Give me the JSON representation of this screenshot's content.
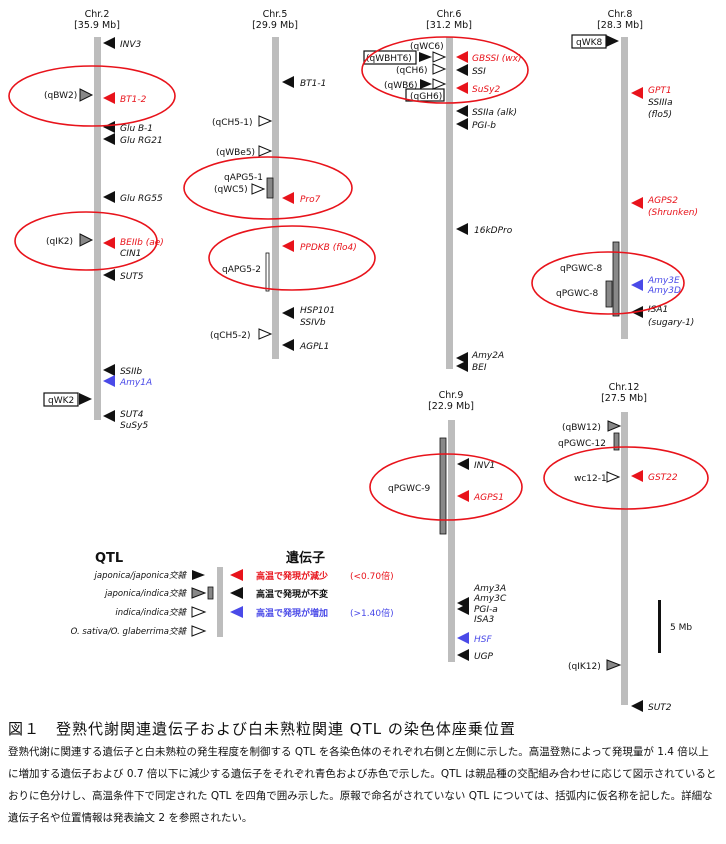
{
  "chromosomes": [
    {
      "name": "Chr.2",
      "size": "[35.9 Mb]"
    },
    {
      "name": "Chr.5",
      "size": "[29.9 Mb]"
    },
    {
      "name": "Chr.6",
      "size": "[31.2 Mb]"
    },
    {
      "name": "Chr.8",
      "size": "[28.3 Mb]"
    },
    {
      "name": "Chr.9",
      "size": "[22.9 Mb]"
    },
    {
      "name": "Chr.12",
      "size": "[27.5 Mb]"
    }
  ],
  "genes": {
    "chr2": [
      "INV3",
      "BT1-2",
      "Glu B-1",
      "Glu RG21",
      "Glu RG55",
      "BEIIb (ae)",
      "CIN1",
      "SUT5",
      "SSIIb",
      "Amy1A",
      "SUT4",
      "SuSy5"
    ],
    "chr5": [
      "BT1-1",
      "Pro7",
      "PPDKB (flo4)",
      "HSP101",
      "SSIVb",
      "AGPL1"
    ],
    "chr6": [
      "GBSSI (wx)",
      "SSI",
      "SuSy2",
      "SSIIa (alk)",
      "PGI-b",
      "16kDPro",
      "Amy2A",
      "BEI"
    ],
    "chr8": [
      "GPT1",
      "SSIIIa",
      "(flo5)",
      "AGPS2",
      "(Shrunken)",
      "Amy3E",
      "Amy3D",
      "ISA1",
      "(sugary-1)"
    ],
    "chr9": [
      "INV1",
      "AGPS1",
      "Amy3A",
      "Amy3C",
      "PGI-a",
      "ISA3",
      "HSF",
      "UGP"
    ],
    "chr12": [
      "GST22",
      "SUT2"
    ]
  },
  "qtls": {
    "chr2": [
      "(qBW2)",
      "(qIK2)",
      "qWK2"
    ],
    "chr5": [
      "(qCH5-1)",
      "(qWBe5)",
      "qAPG5-1",
      "(qWC5)",
      "qAPG5-2",
      "(qCH5-2)"
    ],
    "chr6": [
      "(qWC6)",
      "(qWBHT6)",
      "(qCH6)",
      "(qWB6)",
      "(qGH6)"
    ],
    "chr8": [
      "qWK8",
      "qPGWC-8",
      "qPGWC-8"
    ],
    "chr9": [
      "qPGWC-9"
    ],
    "chr12": [
      "(qBW12)",
      "qPGWC-12",
      "wc12-1",
      "(qIK12)"
    ]
  },
  "legend": {
    "qtl_title": "QTL",
    "gene_title": "遺伝子",
    "crosses": [
      "japonica/japonica交雑",
      "japonica/indica交雑",
      "indica/indica交雑",
      "O. sativa/O. glaberrima交雑"
    ],
    "gene_labels": [
      "高温で発現が減少",
      "高温で発現が不変",
      "高温で発現が増加"
    ],
    "gene_thresholds": [
      "(<0.70倍)",
      "",
      "(>1.40倍)"
    ],
    "scale_label": "5 Mb"
  },
  "caption": {
    "title": "図１　登熟代謝関連遺伝子および白未熟粒関連 QTL の染色体座乗位置",
    "lines": [
      "登熟代謝に関連する遺伝子と白未熟粒の発生程度を制御する QTL を各染色体のそれぞれ右側と左側に示した。高温登熟によって発現量が 1.4 倍以上",
      "に増加する遺伝子および 0.7 倍以下に減少する遺伝子をそれぞれ青色および赤色で示した。QTL は親品種の交配組み合わせに応じて図示されていると",
      "おりに色分けし、高温条件下で同定された QTL を四角で囲み示した。原報で命名がされていない QTL については、括弧内に仮名称を記した。詳細な",
      "遺伝子名や位置情報は発表論文 2 を参照されたい。"
    ]
  },
  "colors": {
    "red": "#e8131b",
    "blue": "#4a4ae8",
    "chromosome": "#bdbdbd",
    "outline": "#e8131b"
  }
}
